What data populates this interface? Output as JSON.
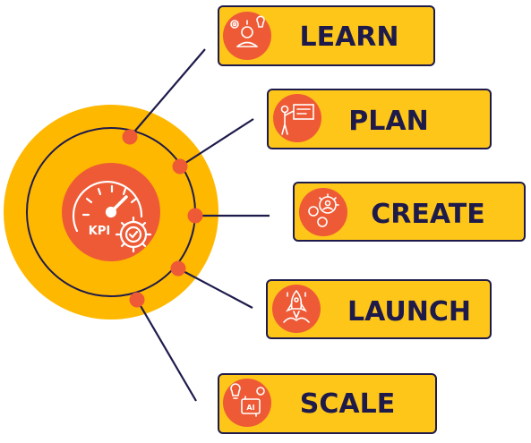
{
  "center": {
    "label": "KPI",
    "icon": "kpi-gauge-gear-icon"
  },
  "colors": {
    "outer_disc": "#FFB800",
    "ring_line": "#1E1B4B",
    "accent": "#EE5A36",
    "box_fill": "#FFC61A",
    "box_border": "#1E1B4B",
    "text": "#1E1B4B",
    "icon_stroke": "#FFFFFF"
  },
  "steps": [
    {
      "label": "LEARN",
      "icon": "learner-gears-lightbulb-icon"
    },
    {
      "label": "PLAN",
      "icon": "presenter-board-icon"
    },
    {
      "label": "CREATE",
      "icon": "gears-person-icon"
    },
    {
      "label": "LAUNCH",
      "icon": "rocket-launch-icon"
    },
    {
      "label": "SCALE",
      "icon": "ai-chip-lightbulb-icon"
    }
  ]
}
